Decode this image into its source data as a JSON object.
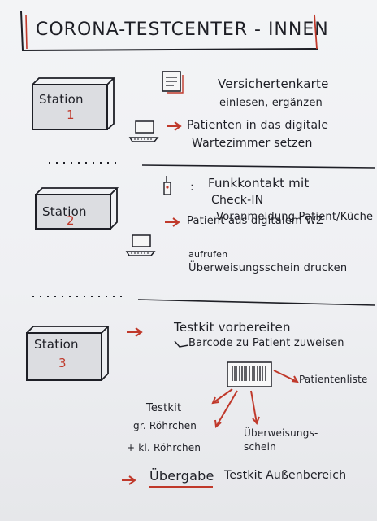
{
  "title": "CORONA-TESTCENTER - INNEN",
  "stations": [
    {
      "label": "Station",
      "number": "1",
      "lines": [
        "Versichertenkarte",
        "einlesen, ergänzen"
      ],
      "action": [
        "Patienten in das digitale",
        "Wartezimmer setzen"
      ]
    },
    {
      "label": "Station",
      "number": "2",
      "lines": [
        "Funkkontakt mit",
        "Check-IN",
        "-Voranmeldung Patient/Küche"
      ],
      "colon": ":",
      "action": [
        "Patient aus digitalem WZ",
        "aufrufen",
        "Überweisungsschein drucken"
      ]
    },
    {
      "label": "Station",
      "number": "3",
      "lines": [
        "Testkit vorbereiten",
        "Barcode zu Patient zuweisen"
      ],
      "targets": {
        "patientenliste": "Patientenliste",
        "testkit": "Testkit",
        "gr": "gr. Röhrchen",
        "kl": "+ kl. Röhrchen",
        "schein": [
          "Überweisungs-",
          "schein"
        ]
      },
      "final": [
        "Übergabe",
        "Testkit Außenbereich"
      ]
    }
  ],
  "colors": {
    "ink": "#1e1f26",
    "accent": "#c0392b",
    "box_fill": "#dcdde1"
  }
}
